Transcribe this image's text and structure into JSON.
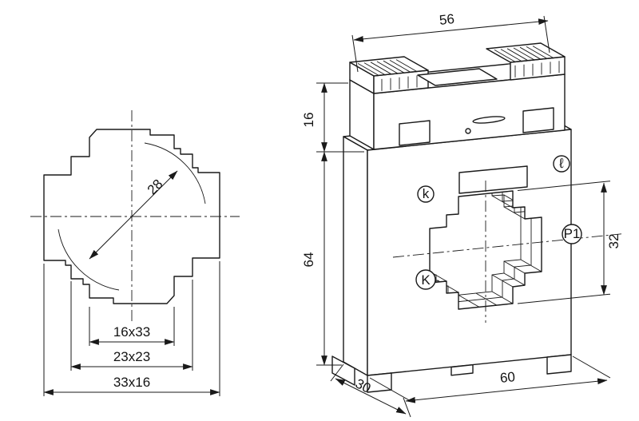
{
  "left_view": {
    "dim_diagonal": "28",
    "dim_inner": "16x33",
    "dim_middle": "23x23",
    "dim_outer": "33x16"
  },
  "right_view": {
    "dim_top_width": "56",
    "dim_block_height": "16",
    "dim_body_height": "64",
    "dim_window_height": "32",
    "dim_bottom_width": "60",
    "dim_depth": "30",
    "label_k": "k",
    "label_l": "ℓ",
    "label_K": "K",
    "label_P1": "P1"
  },
  "colors": {
    "line": "#1a1a1a",
    "background": "#ffffff"
  }
}
